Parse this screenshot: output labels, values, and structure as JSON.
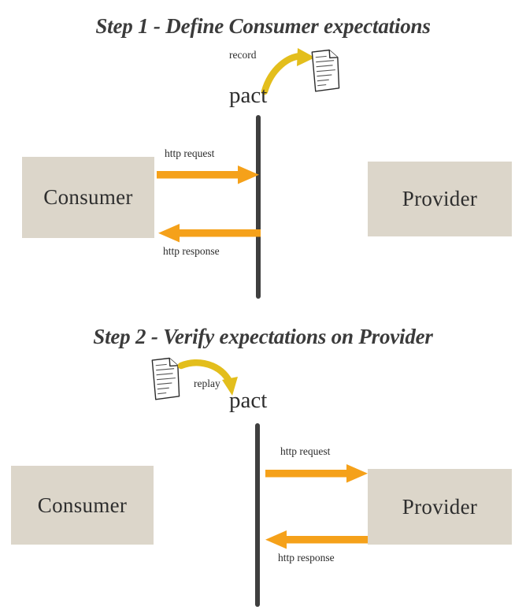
{
  "colors": {
    "background": "#ffffff",
    "box_fill": "#dcd6ca",
    "box_text": "#2e2e2e",
    "lifeline": "#3f3f3f",
    "http_arrow": "#F5A11A",
    "curve_arrow": "#E3BE1C",
    "title_text": "#3b3b3b",
    "doc_outline": "#2b2b2b"
  },
  "steps": [
    {
      "title": "Step 1 - Define Consumer expectations",
      "pact_label": "pact",
      "curve_label": "record",
      "consumer_label": "Consumer",
      "provider_label": "Provider",
      "request_label": "http request",
      "response_label": "http response",
      "doc_icon": "document-icon",
      "curve_direction": "left-to-right"
    },
    {
      "title": "Step 2 - Verify expectations on Provider",
      "pact_label": "pact",
      "curve_label": "replay",
      "consumer_label": "Consumer",
      "provider_label": "Provider",
      "request_label": "http request",
      "response_label": "http response",
      "doc_icon": "document-icon",
      "curve_direction": "left-to-right"
    }
  ]
}
